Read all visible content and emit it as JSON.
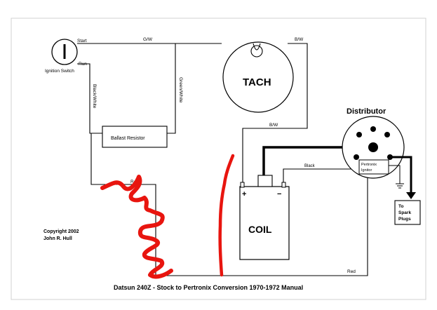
{
  "ignition": {
    "start_label": "Start",
    "run_label": "Run",
    "caption": "Ignition Switch"
  },
  "wires": {
    "top_left": "G/W",
    "top_right": "B/W",
    "left_vertical": "Black/White",
    "mid_vertical": "Green/White",
    "coil_feed": "B/W",
    "black": "Black",
    "red_left": "Red",
    "red_bottom": "Red"
  },
  "components": {
    "ballast": "Ballast Resistor",
    "tach": "TACH",
    "coil": "COIL",
    "coil_plus": "+",
    "coil_minus": "−",
    "distributor": "Distributor",
    "igniter_line1": "Pertronix",
    "igniter_line2": "Ignitor",
    "spark_line1": "To",
    "spark_line2": "Spark",
    "spark_line3": "Plugs"
  },
  "copyright": {
    "line1": "Copyright 2002",
    "line2": "John R. Hull"
  },
  "caption": "Datsun 240Z - Stock to Pertronix Conversion 1970-1972 Manual",
  "colors": {
    "ink": "#000000",
    "annotation": "#e8150f",
    "frame": "#c8c8c8"
  }
}
